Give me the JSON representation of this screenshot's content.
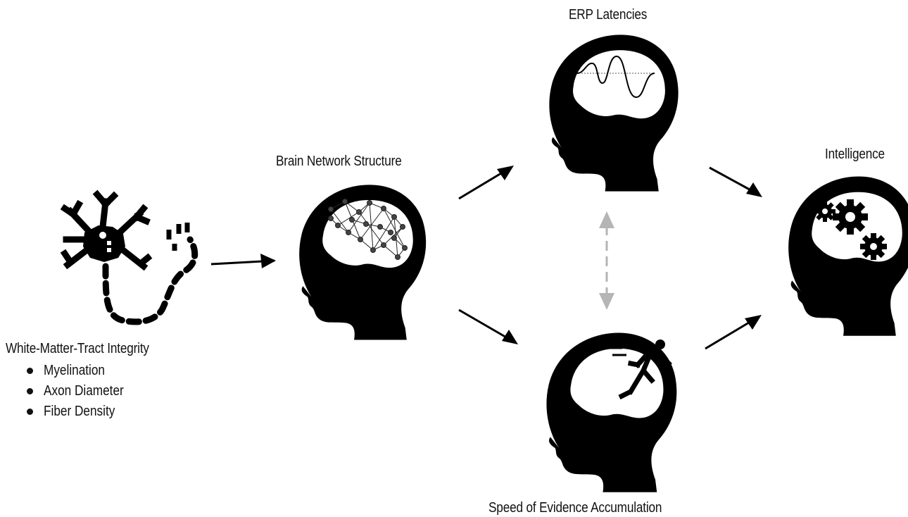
{
  "nodes": {
    "white_matter": {
      "title": "White-Matter-Tract Integrity",
      "bullets": [
        "Myelination",
        "Axon Diameter",
        "Fiber Density"
      ]
    },
    "brain_network": {
      "title": "Brain Network Structure"
    },
    "erp": {
      "title": "ERP Latencies"
    },
    "evidence": {
      "title": "Speed of Evidence Accumulation"
    },
    "intelligence": {
      "title": "Intelligence"
    }
  },
  "colors": {
    "ink": "#000000",
    "bidirectional_arrow": "#b5b5b5"
  },
  "icons": [
    "neuron-icon",
    "brain-network-icon",
    "waveform-icon",
    "runner-icon",
    "gears-icon"
  ]
}
